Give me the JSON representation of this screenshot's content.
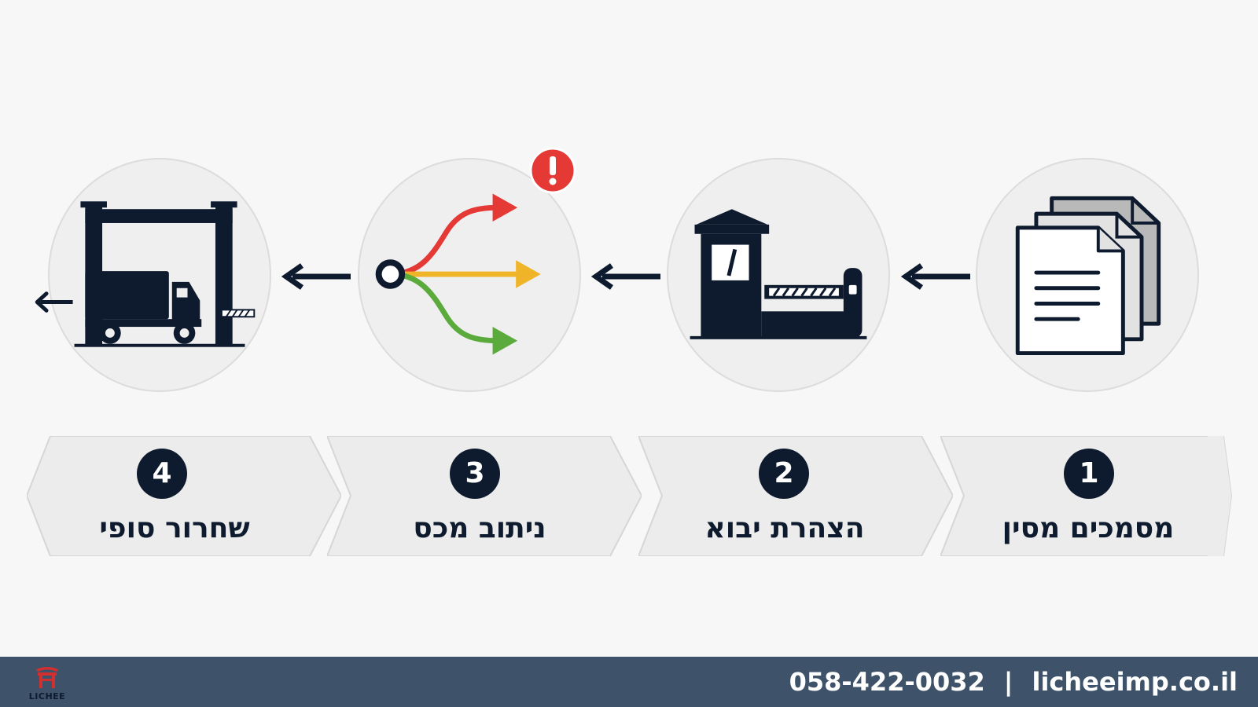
{
  "steps": [
    {
      "number": "1",
      "label": "מסמכים מסין",
      "icon": "documents-icon"
    },
    {
      "number": "2",
      "label": "הצהרת יבוא",
      "icon": "customs-booth-barrier-icon"
    },
    {
      "number": "3",
      "label": "ניתוב מכס",
      "icon": "routing-arrows-icon"
    },
    {
      "number": "4",
      "label": "שחרור סופי",
      "icon": "truck-gate-release-icon"
    }
  ],
  "footer": {
    "phone": "058-422-0032",
    "separator": "|",
    "website": "licheeimp.co.il",
    "logo_text": "LICHEE"
  },
  "colors": {
    "navy": "#0e1a2e",
    "footer_bg": "#3e5269",
    "route_red": "#e53935",
    "route_yellow": "#f0b429",
    "route_green": "#5aaa3c",
    "alert_red": "#e53935",
    "logo_red": "#d32f2f"
  }
}
